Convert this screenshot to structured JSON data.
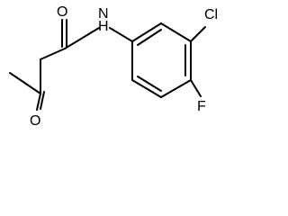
{
  "diagram": {
    "atoms": [
      {
        "id": "O1",
        "label": "O"
      },
      {
        "id": "N1",
        "label": "N"
      },
      {
        "id": "H1",
        "label": "H"
      },
      {
        "id": "Cl1",
        "label": "Cl"
      },
      {
        "id": "F1",
        "label": "F"
      },
      {
        "id": "O2",
        "label": "O"
      }
    ]
  }
}
